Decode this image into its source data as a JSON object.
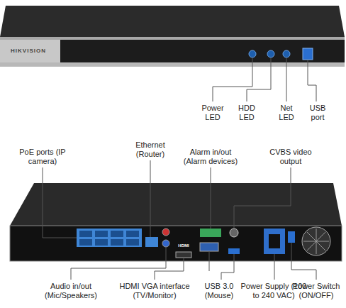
{
  "diagram": {
    "labels": [
      "HIKVISION",
      "Power LED",
      "HDD LED",
      "Net LED",
      "USB port",
      "PoE ports (IP camera)",
      "Ethernet (Router)",
      "Alarm in/out (Alarm devices)",
      "CVBS video output",
      "HDMI",
      "Audio in/out (Mic/Speakers)",
      "HDMI VGA interface (TV/Monitor)",
      "USB 3.0 (Mouse)",
      "Power Supply (100 to 240 VAC)",
      "Power Switch (ON/OFF)"
    ]
  }
}
